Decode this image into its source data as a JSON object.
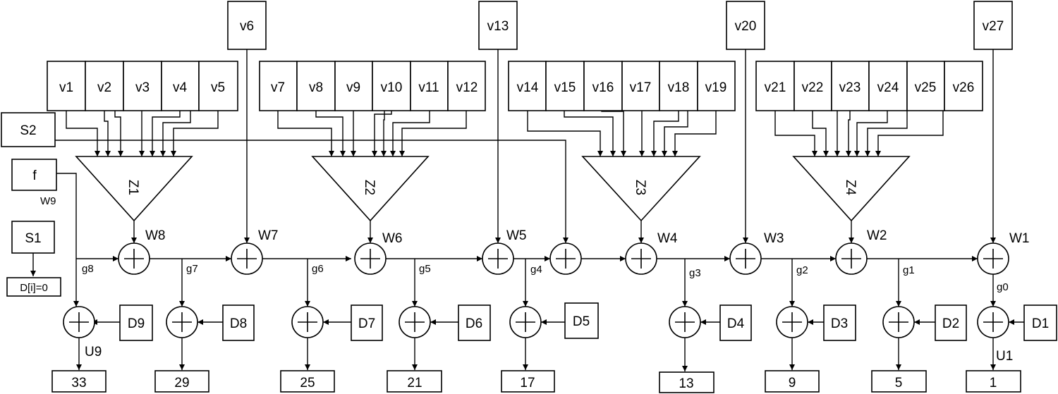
{
  "inputs": {
    "top": [
      "v6",
      "v13",
      "v20",
      "v27"
    ],
    "group1": [
      "v1",
      "v2",
      "v3",
      "v4",
      "v5"
    ],
    "group2": [
      "v7",
      "v8",
      "v9",
      "v10",
      "v11",
      "v12"
    ],
    "group3": [
      "v14",
      "v15",
      "v16",
      "v17",
      "v18",
      "v19"
    ],
    "group4": [
      "v21",
      "v22",
      "v23",
      "v24",
      "v25",
      "v26"
    ],
    "s2": "S2",
    "f": "f",
    "s1": "S1",
    "d_init": "D[i]=0"
  },
  "triangles": [
    "Z1",
    "Z2",
    "Z3",
    "Z4"
  ],
  "w_labels": [
    "W9",
    "W8",
    "W7",
    "W6",
    "W5",
    "W4",
    "W3",
    "W2",
    "W1"
  ],
  "g_labels": [
    "g8",
    "g7",
    "g6",
    "g5",
    "g4",
    "g3",
    "g2",
    "g1",
    "g0"
  ],
  "d_boxes": [
    "D9",
    "D8",
    "D7",
    "D6",
    "D5",
    "D4",
    "D3",
    "D2",
    "D1"
  ],
  "u_labels": [
    "U9",
    "U1"
  ],
  "outputs": [
    "33",
    "29",
    "25",
    "21",
    "17",
    "13",
    "9",
    "5",
    "1"
  ]
}
